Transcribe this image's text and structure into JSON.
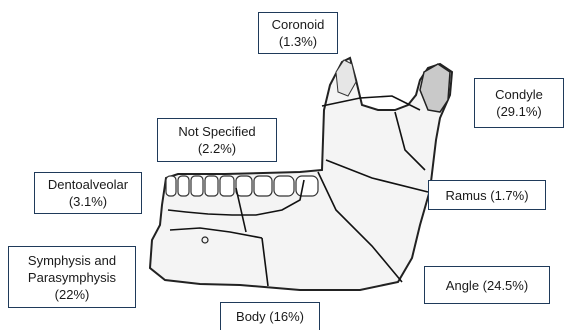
{
  "labels": {
    "coronoid": {
      "line1": "Coronoid",
      "line2": "(1.3%)"
    },
    "condyle": {
      "line1": "Condyle",
      "line2": "(29.1%)"
    },
    "not_specified": {
      "line1": "Not Specified",
      "line2": "(2.2%)"
    },
    "dentoalveolar": {
      "line1": "Dentoalveolar",
      "line2": "(3.1%)"
    },
    "ramus": {
      "line1": "Ramus (1.7%)"
    },
    "symphysis": {
      "line1": "Symphysis and",
      "line2": "Parasymphysis",
      "line3": "(22%)"
    },
    "angle": {
      "line1": "Angle (24.5%)"
    },
    "body": {
      "line1": "Body (16%)"
    }
  },
  "colors": {
    "box_border": "#1f3a5a",
    "outline": "#222222"
  }
}
